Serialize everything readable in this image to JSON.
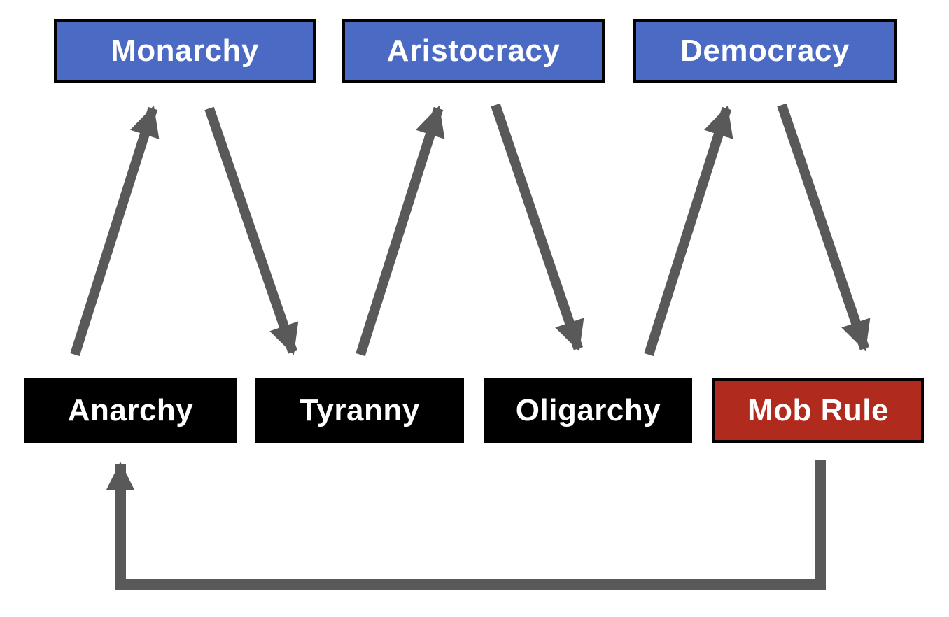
{
  "diagram": {
    "background": "#ffffff",
    "nodes": {
      "monarchy": {
        "label": "Monarchy",
        "fill": "#4a6ac4",
        "text_color": "#ffffff",
        "row": "top"
      },
      "aristocracy": {
        "label": "Aristocracy",
        "fill": "#4a6ac4",
        "text_color": "#ffffff",
        "row": "top"
      },
      "democracy": {
        "label": "Democracy",
        "fill": "#4a6ac4",
        "text_color": "#ffffff",
        "row": "top"
      },
      "anarchy": {
        "label": "Anarchy",
        "fill": "#000000",
        "text_color": "#ffffff",
        "row": "bottom"
      },
      "tyranny": {
        "label": "Tyranny",
        "fill": "#000000",
        "text_color": "#ffffff",
        "row": "bottom"
      },
      "oligarchy": {
        "label": "Oligarchy",
        "fill": "#000000",
        "text_color": "#ffffff",
        "row": "bottom"
      },
      "mob_rule": {
        "label": "Mob Rule",
        "fill": "#b02b1d",
        "text_color": "#ffffff",
        "row": "bottom"
      }
    },
    "edges": [
      {
        "from": "Anarchy",
        "to": "Monarchy",
        "shape": "diagonal-up"
      },
      {
        "from": "Monarchy",
        "to": "Tyranny",
        "shape": "diagonal-down"
      },
      {
        "from": "Tyranny",
        "to": "Aristocracy",
        "shape": "diagonal-up"
      },
      {
        "from": "Aristocracy",
        "to": "Oligarchy",
        "shape": "diagonal-down"
      },
      {
        "from": "Oligarchy",
        "to": "Democracy",
        "shape": "diagonal-up"
      },
      {
        "from": "Democracy",
        "to": "Mob Rule",
        "shape": "diagonal-down"
      },
      {
        "from": "Mob Rule",
        "to": "Anarchy",
        "shape": "bottom-elbow-loop"
      }
    ],
    "colors": {
      "arrow": "#595959",
      "node_border": "#000000",
      "top_row_fill": "#4a6ac4",
      "bottom_row_fill": "#000000",
      "mob_rule_fill": "#b02b1d",
      "label_text": "#ffffff"
    }
  }
}
